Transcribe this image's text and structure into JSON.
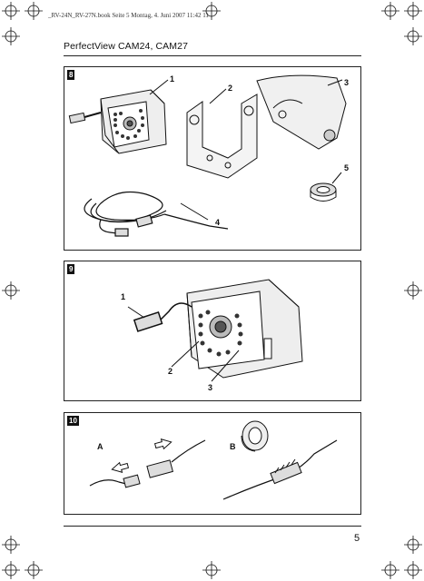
{
  "print_header": "_RV-24N_RV-27N.book  Seite 5  Montag, 4. Juni 2007  11:42 11",
  "running_title": "PerfectView CAM24, CAM27",
  "page_number": "5",
  "figures": [
    {
      "number": "8",
      "callouts": [
        "1",
        "2",
        "3",
        "4",
        "5"
      ]
    },
    {
      "number": "9",
      "callouts": [
        "1",
        "2",
        "3"
      ]
    },
    {
      "number": "10",
      "callouts": [
        "A",
        "B"
      ]
    }
  ]
}
